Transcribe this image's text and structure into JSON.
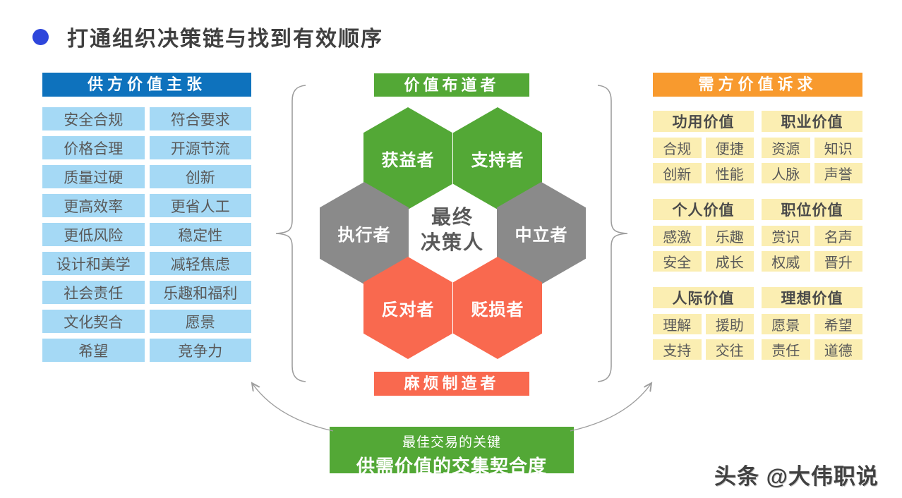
{
  "title": {
    "text": "打通组织决策链与找到有效顺序"
  },
  "colors": {
    "bullet_blue": "#2E46DB",
    "supplier_header_bg": "#0E72BD",
    "supplier_item_bg": "#A5D9F5",
    "demand_header_bg": "#F89A2E",
    "demand_item_bg": "#FBEEB2",
    "hex_green": "#53A836",
    "hex_gray": "#8A8A8A",
    "hex_red": "#F9694F",
    "item_text_gray": "#595959",
    "connector_gray": "#9E9E9E"
  },
  "supplier": {
    "header": "供方价值主张",
    "items": [
      [
        "安全合规",
        "符合要求"
      ],
      [
        "价格合理",
        "开源节流"
      ],
      [
        "质量过硬",
        "创新"
      ],
      [
        "更高效率",
        "更省人工"
      ],
      [
        "更低风险",
        "稳定性"
      ],
      [
        "设计和美学",
        "减轻焦虑"
      ],
      [
        "社会责任",
        "乐趣和福利"
      ],
      [
        "文化契合",
        "愿景"
      ],
      [
        "希望",
        "竞争力"
      ]
    ]
  },
  "demand": {
    "header": "需方价值诉求",
    "groups": [
      {
        "header": "功用价值",
        "items": [
          "合规",
          "便捷",
          "创新",
          "性能"
        ]
      },
      {
        "header": "职业价值",
        "items": [
          "资源",
          "知识",
          "人脉",
          "声誉"
        ]
      },
      {
        "header": "个人价值",
        "items": [
          "感激",
          "乐趣",
          "安全",
          "成长"
        ]
      },
      {
        "header": "职位价值",
        "items": [
          "赏识",
          "名声",
          "权威",
          "晋升"
        ]
      },
      {
        "header": "人际价值",
        "items": [
          "理解",
          "援助",
          "支持",
          "交往"
        ]
      },
      {
        "header": "理想价值",
        "items": [
          "愿景",
          "希望",
          "责任",
          "道德"
        ]
      }
    ]
  },
  "center": {
    "top_banner": "价值布道者",
    "bottom_banner": "麻烦制造者",
    "hexagons": [
      {
        "label": "获益者",
        "role": "green"
      },
      {
        "label": "支持者",
        "role": "green"
      },
      {
        "label": "执行者",
        "role": "gray"
      },
      {
        "label": "中立者",
        "role": "gray"
      },
      {
        "label": "反对者",
        "role": "red"
      },
      {
        "label": "贬损者",
        "role": "red"
      }
    ],
    "core_line1": "最终",
    "core_line2": "决策人"
  },
  "key_box": {
    "line1": "最佳交易的关键",
    "line2": "供需价值的交集契合度"
  },
  "watermark": "头条 @大伟职说"
}
